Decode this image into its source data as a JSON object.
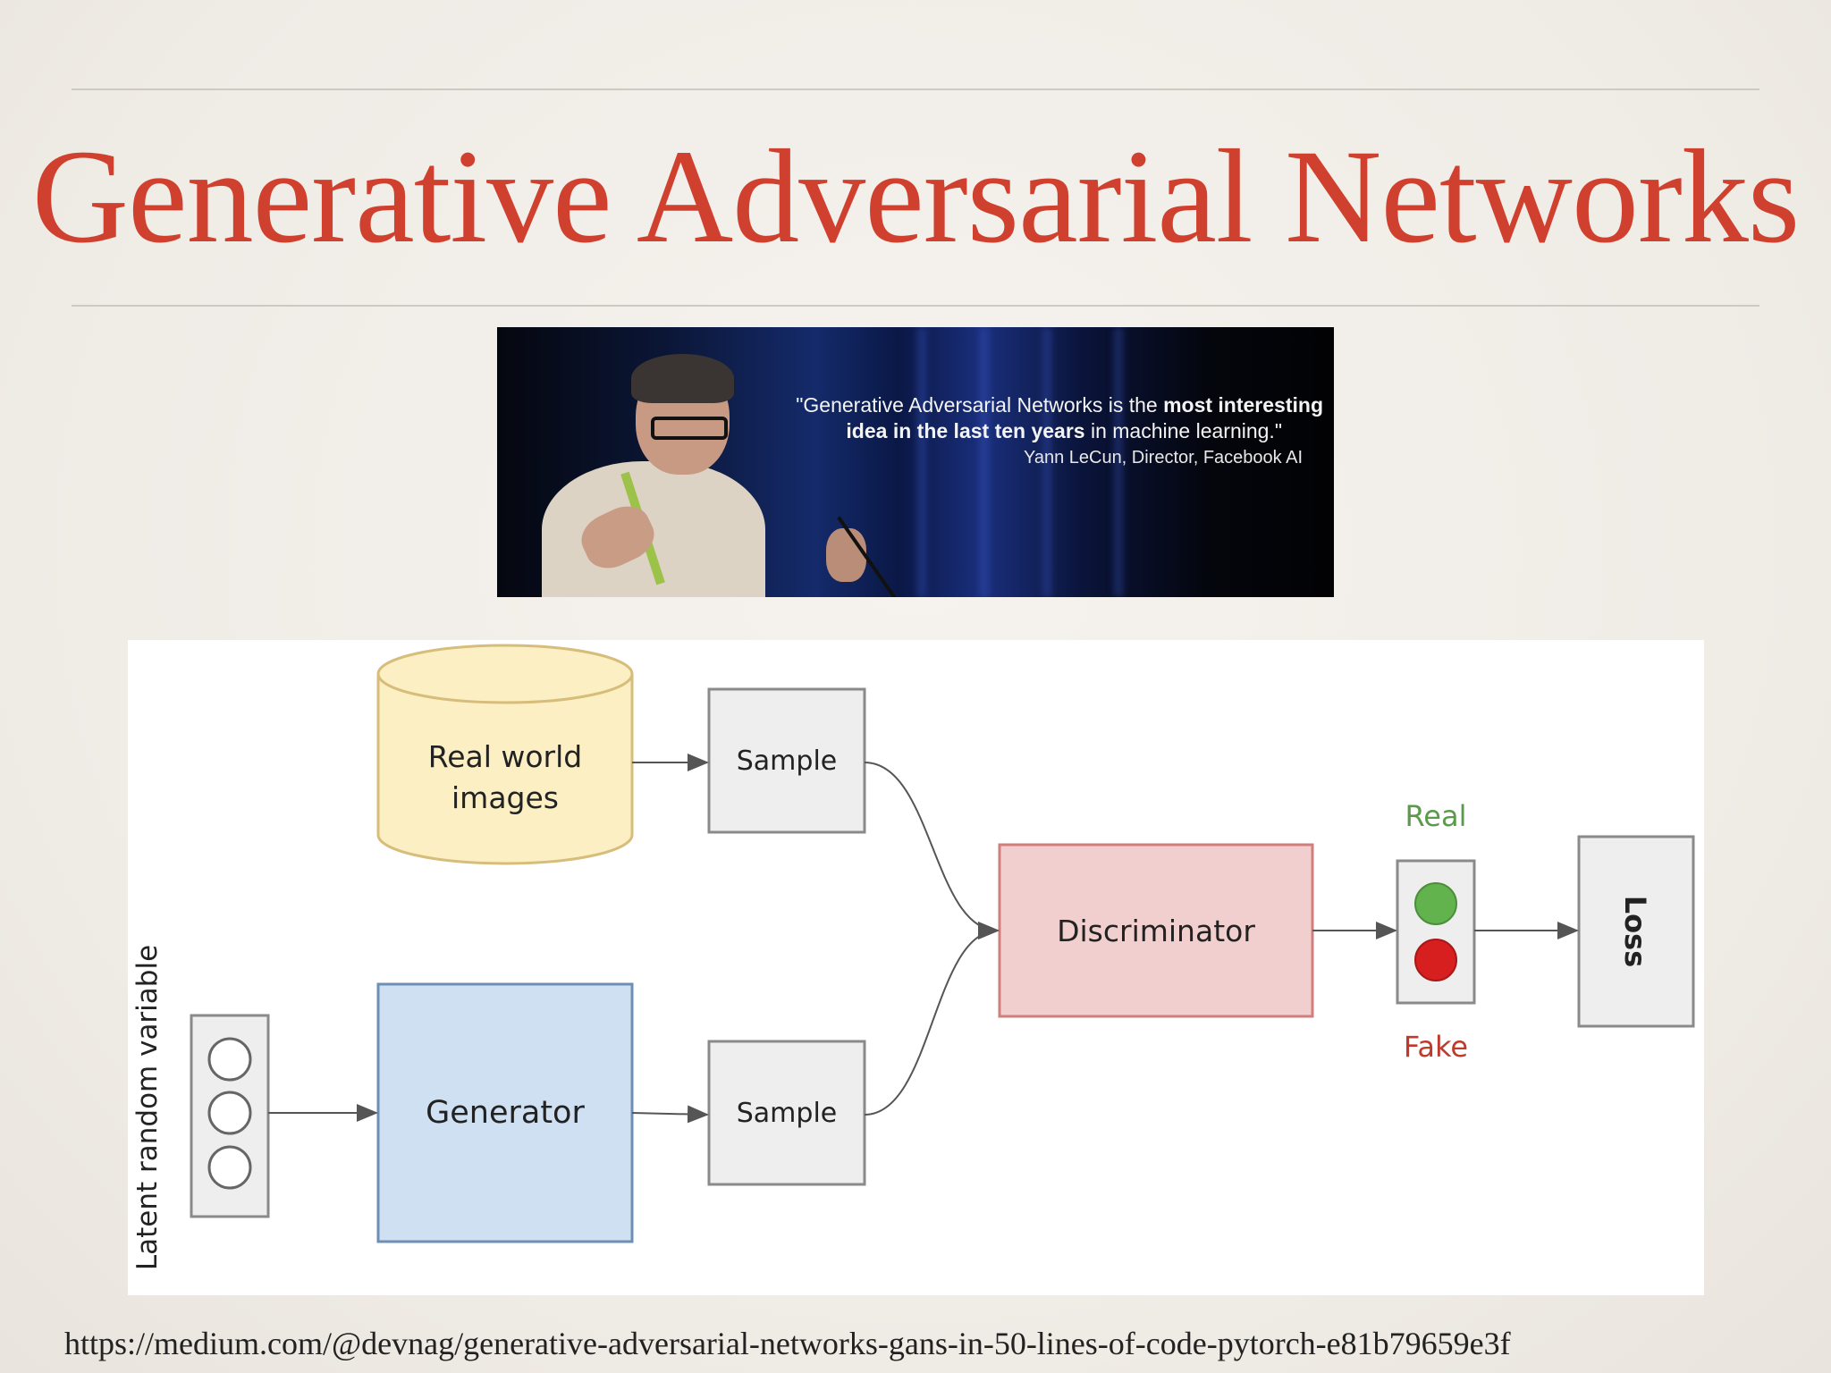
{
  "slide": {
    "title": "Generative Adversarial Networks",
    "source_url": "https://medium.com/@devnag/generative-adversarial-networks-gans-in-50-lines-of-code-pytorch-e81b79659e3f"
  },
  "quote": {
    "line1_plain": "\"Generative Adversarial Networks is the ",
    "line1_bold": "most interesting",
    "line2_bold": "idea in the last ten years",
    "line2_plain": " in machine learning.\"",
    "attribution": "Yann LeCun, Director, Facebook AI"
  },
  "diagram": {
    "real_world_label_1": "Real world",
    "real_world_label_2": "images",
    "sample_top": "Sample",
    "sample_bottom": "Sample",
    "generator": "Generator",
    "discriminator": "Discriminator",
    "latent": "Latent random variable",
    "real": "Real",
    "fake": "Fake",
    "loss": "Loss",
    "colors": {
      "cylinder_fill": "#fcefc4",
      "cylinder_stroke": "#d7bd7a",
      "generator_fill": "#cfe0f3",
      "generator_stroke": "#6e8fb5",
      "discriminator_fill": "#f2cfcf",
      "discriminator_stroke": "#d07f7f",
      "box_fill": "#eeeeee",
      "box_stroke": "#8a8a8a",
      "real_text": "#5a9a4a",
      "fake_text": "#c0392b",
      "green_light": "#62b34d",
      "red_light": "#d71f1f"
    }
  }
}
